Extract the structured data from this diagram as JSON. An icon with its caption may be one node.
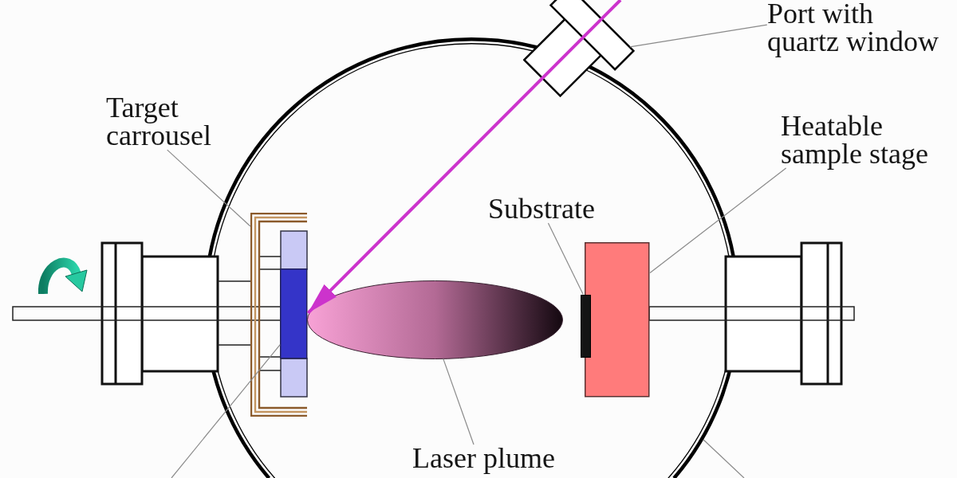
{
  "diagram": {
    "nodes": [
      {
        "text": [],
        "shape": "circle"
      },
      {
        "text": [
          "Port with quartz window"
        ]
      },
      {
        "text": [],
        "shape": "box"
      },
      {
        "text": [
          "Target carrousel"
        ]
      },
      {
        "text": [],
        "shape": "frame",
        "in": 0
      },
      {
        "text": [
          "Heatable sample stage"
        ]
      },
      {
        "text": [],
        "shape": "box",
        "in": 0
      },
      {
        "text": [
          "Substrate"
        ],
        "in": 0
      },
      {
        "text": [],
        "shape": "bar",
        "in": 0
      },
      {
        "text": [],
        "shape": "box",
        "in": 4
      },
      {
        "text": [
          "Laser plume"
        ],
        "in": 0
      },
      {
        "text": [],
        "shape": "ellipse",
        "in": 0
      }
    ],
    "edges": [
      {
        "from": 1,
        "to": 2,
        "arrow": "none"
      },
      {
        "from": 3,
        "to": 4,
        "arrow": "none"
      },
      {
        "from": 5,
        "to": 6,
        "arrow": "none"
      },
      {
        "from": 7,
        "to": 8,
        "arrow": "none"
      },
      {
        "from": 10,
        "to": 11,
        "arrow": "none"
      },
      {
        "from": null,
        "to": 9,
        "arrow": "none"
      },
      {
        "from": null,
        "to": 0,
        "arrow": "none"
      },
      {
        "from": null,
        "to": 9,
        "arrow": "to",
        "style": "thick",
        "color": "#cc33cc"
      }
    ]
  }
}
